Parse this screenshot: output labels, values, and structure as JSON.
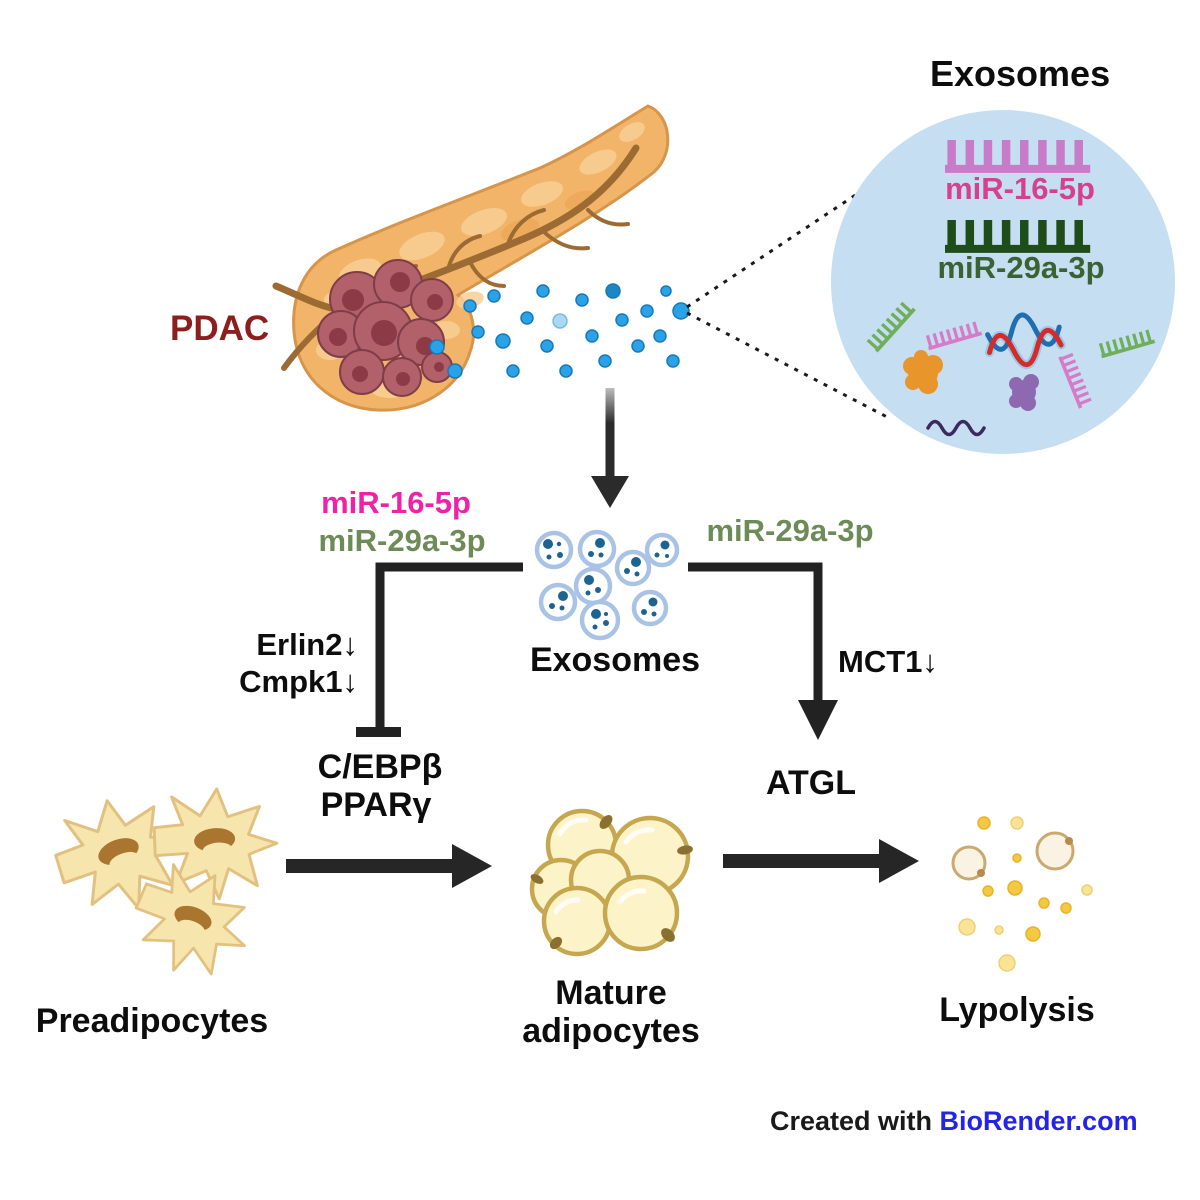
{
  "exosome_inset": {
    "heading": "Exosomes",
    "mir16_label": "miR-16-5p",
    "mir29_label": "miR-29a-3p"
  },
  "pancreas": {
    "label": "PDAC"
  },
  "pathway": {
    "released_mir16": "miR-16-5p",
    "released_mir29": "miR-29a-3p",
    "exosome_cluster_label": "Exosomes",
    "left_branch": {
      "mediator_line1": "Erlin2↓",
      "mediator_line2": "Cmpk1↓",
      "target_line1": "C/EBPβ",
      "target_line2": "PPARγ"
    },
    "right_branch": {
      "mir_label": "miR-29a-3p",
      "mediator": "MCT1↓",
      "target": "ATGL"
    }
  },
  "cells": {
    "preadipocytes_label": "Preadipocytes",
    "mature_label_line1": "Mature",
    "mature_label_line2": "adipocytes",
    "lypolysis_label": "Lypolysis"
  },
  "credit": {
    "prefix": "Created with ",
    "brand": "BioRender.com"
  },
  "icons": {
    "pancreas": "pancreas-illustration",
    "tumor": "pdac-tumor-icon",
    "exosome_dots": "exosome-spray-dots",
    "mirna_comb": "mirna-strand-icon",
    "dna": "dna-helix-icon",
    "protein_orange": "protein-blob-orange-icon",
    "protein_purple": "protein-blob-purple-icon",
    "rna_squiggle": "rna-squiggle-icon"
  },
  "colors": {
    "pdac_text": "#8C1E1E",
    "magenta_mir16": "#EE22A8",
    "deep_pink_mir16_circle": "#D6408F",
    "olive_mir29": "#6D8B57",
    "dark_green_mir29_circle": "#3B6233",
    "inset_circle_bg": "#C5DEF2",
    "exosome_dot_blue": "#2AA2E8",
    "arrow_black": "#262626",
    "biorender_blue": "#2424E8",
    "pancreas_body": "#F2B469",
    "tumor_body": "#B26069",
    "adipocyte_fill": "#FCF4C8"
  }
}
